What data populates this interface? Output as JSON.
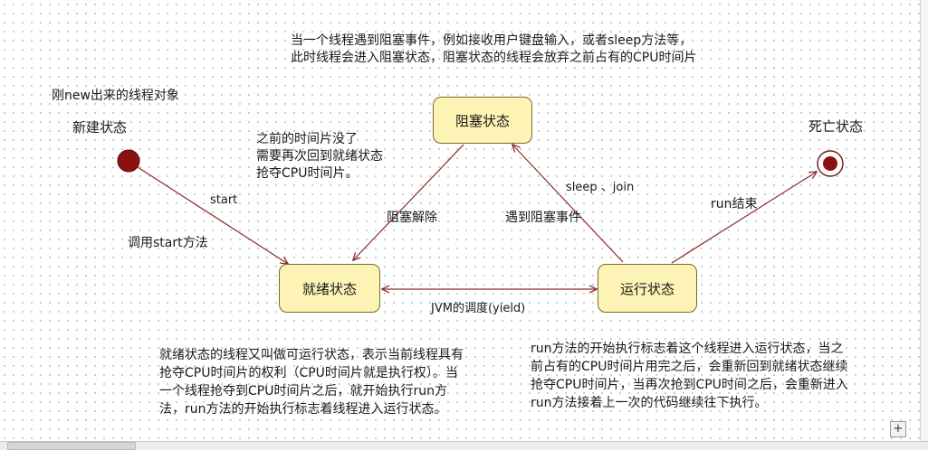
{
  "notes": {
    "blocked_note_line1": "当一个线程遇到阻塞事件，例如接收用户键盘输入，或者sleep方法等，",
    "blocked_note_line2": "此时线程会进入阻塞状态，阻塞状态的线程会放弃之前占有的CPU时间片",
    "new_note": "刚new出来的线程对象",
    "timeslice_line1": "之前的时间片没了",
    "timeslice_line2": "需要再次回到就绪状态",
    "timeslice_line3": "抢夺CPU时间片。",
    "runnable_note": "就绪状态的线程又叫做可运行状态，表示当前线程具有抢夺CPU时间片的权利（CPU时间片就是执行权）。当一个线程抢夺到CPU时间片之后，就开始执行run方法，run方法的开始执行标志着线程进入运行状态。",
    "running_note": "run方法的开始执行标志着这个线程进入运行状态，当之前占有的CPU时间片用完之后，会重新回到就绪状态继续抢夺CPU时间片，当再次抢到CPU时间之后，会重新进入run方法接着上一次的代码继续往下执行。"
  },
  "states": {
    "new": "新建状态",
    "blocked": "阻塞状态",
    "dead": "死亡状态",
    "runnable": "就绪状态",
    "running": "运行状态"
  },
  "transitions": {
    "start": "start",
    "call_start": "调用start方法",
    "unblock": "阻塞解除",
    "blocking_event": "遇到阻塞事件",
    "sleep_join": "sleep 、join",
    "run_end": "run结束",
    "jvm_schedule": "JVM的调度(yield)"
  },
  "ui": {
    "corner_button": "+"
  },
  "colors": {
    "state_fill": "#fdf3b4",
    "node_fill": "#8b1010",
    "arrow": "#8a2b2b"
  }
}
